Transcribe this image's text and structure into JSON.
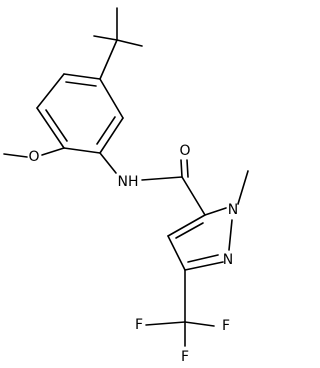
{
  "molecule": {
    "atom_labels": {
      "oxygen_carbonyl": "O",
      "oxygen_ether": "O",
      "amide_nh": "NH",
      "pyrazole_n1": "N",
      "pyrazole_n2": "N",
      "fluorine_1": "F",
      "fluorine_2": "F",
      "fluorine_3": "F"
    },
    "colors": {
      "bond": "#000000",
      "label": "#000000",
      "background": "#ffffff"
    }
  }
}
